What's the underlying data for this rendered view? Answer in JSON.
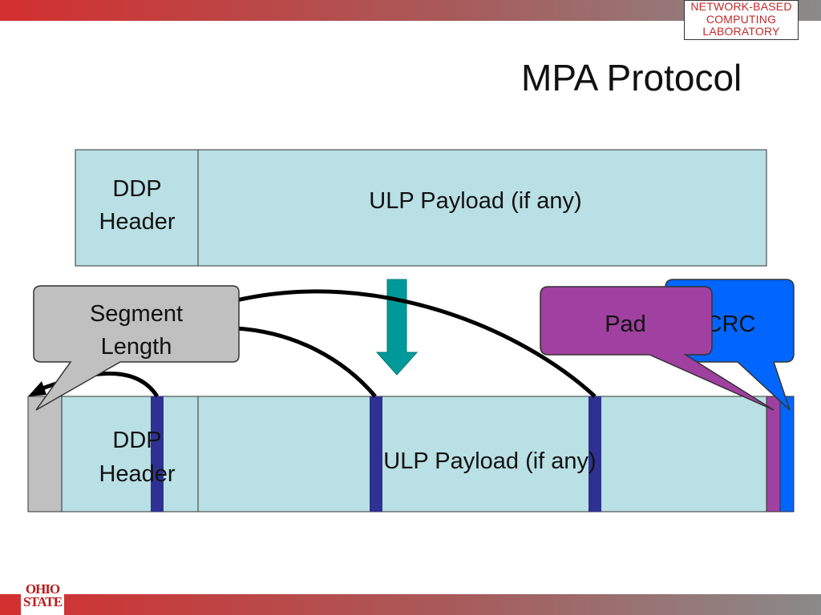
{
  "slide": {
    "title": "MPA Protocol",
    "lab_logo": [
      "NETWORK-BASED",
      "COMPUTING",
      "LABORATORY"
    ],
    "university_logo": [
      "OHIO",
      "STATE"
    ]
  },
  "ddp_segment": {
    "header_line1": "DDP",
    "header_line2": "Header",
    "payload": "ULP Payload (if any)"
  },
  "mpa_frame": {
    "header_line1": "DDP",
    "header_line2": "Header",
    "payload": "ULP Payload (if any)"
  },
  "callouts": {
    "segment_length_line1": "Segment",
    "segment_length_line2": "Length",
    "pad": "Pad",
    "crc": "CRC"
  },
  "colors": {
    "box_fill": "#b9e0e4",
    "marker": "#2e3192",
    "arrow": "#009999",
    "pad": "#a040a0",
    "crc": "#0066ff",
    "callout_gray": "#c0c0c0"
  }
}
